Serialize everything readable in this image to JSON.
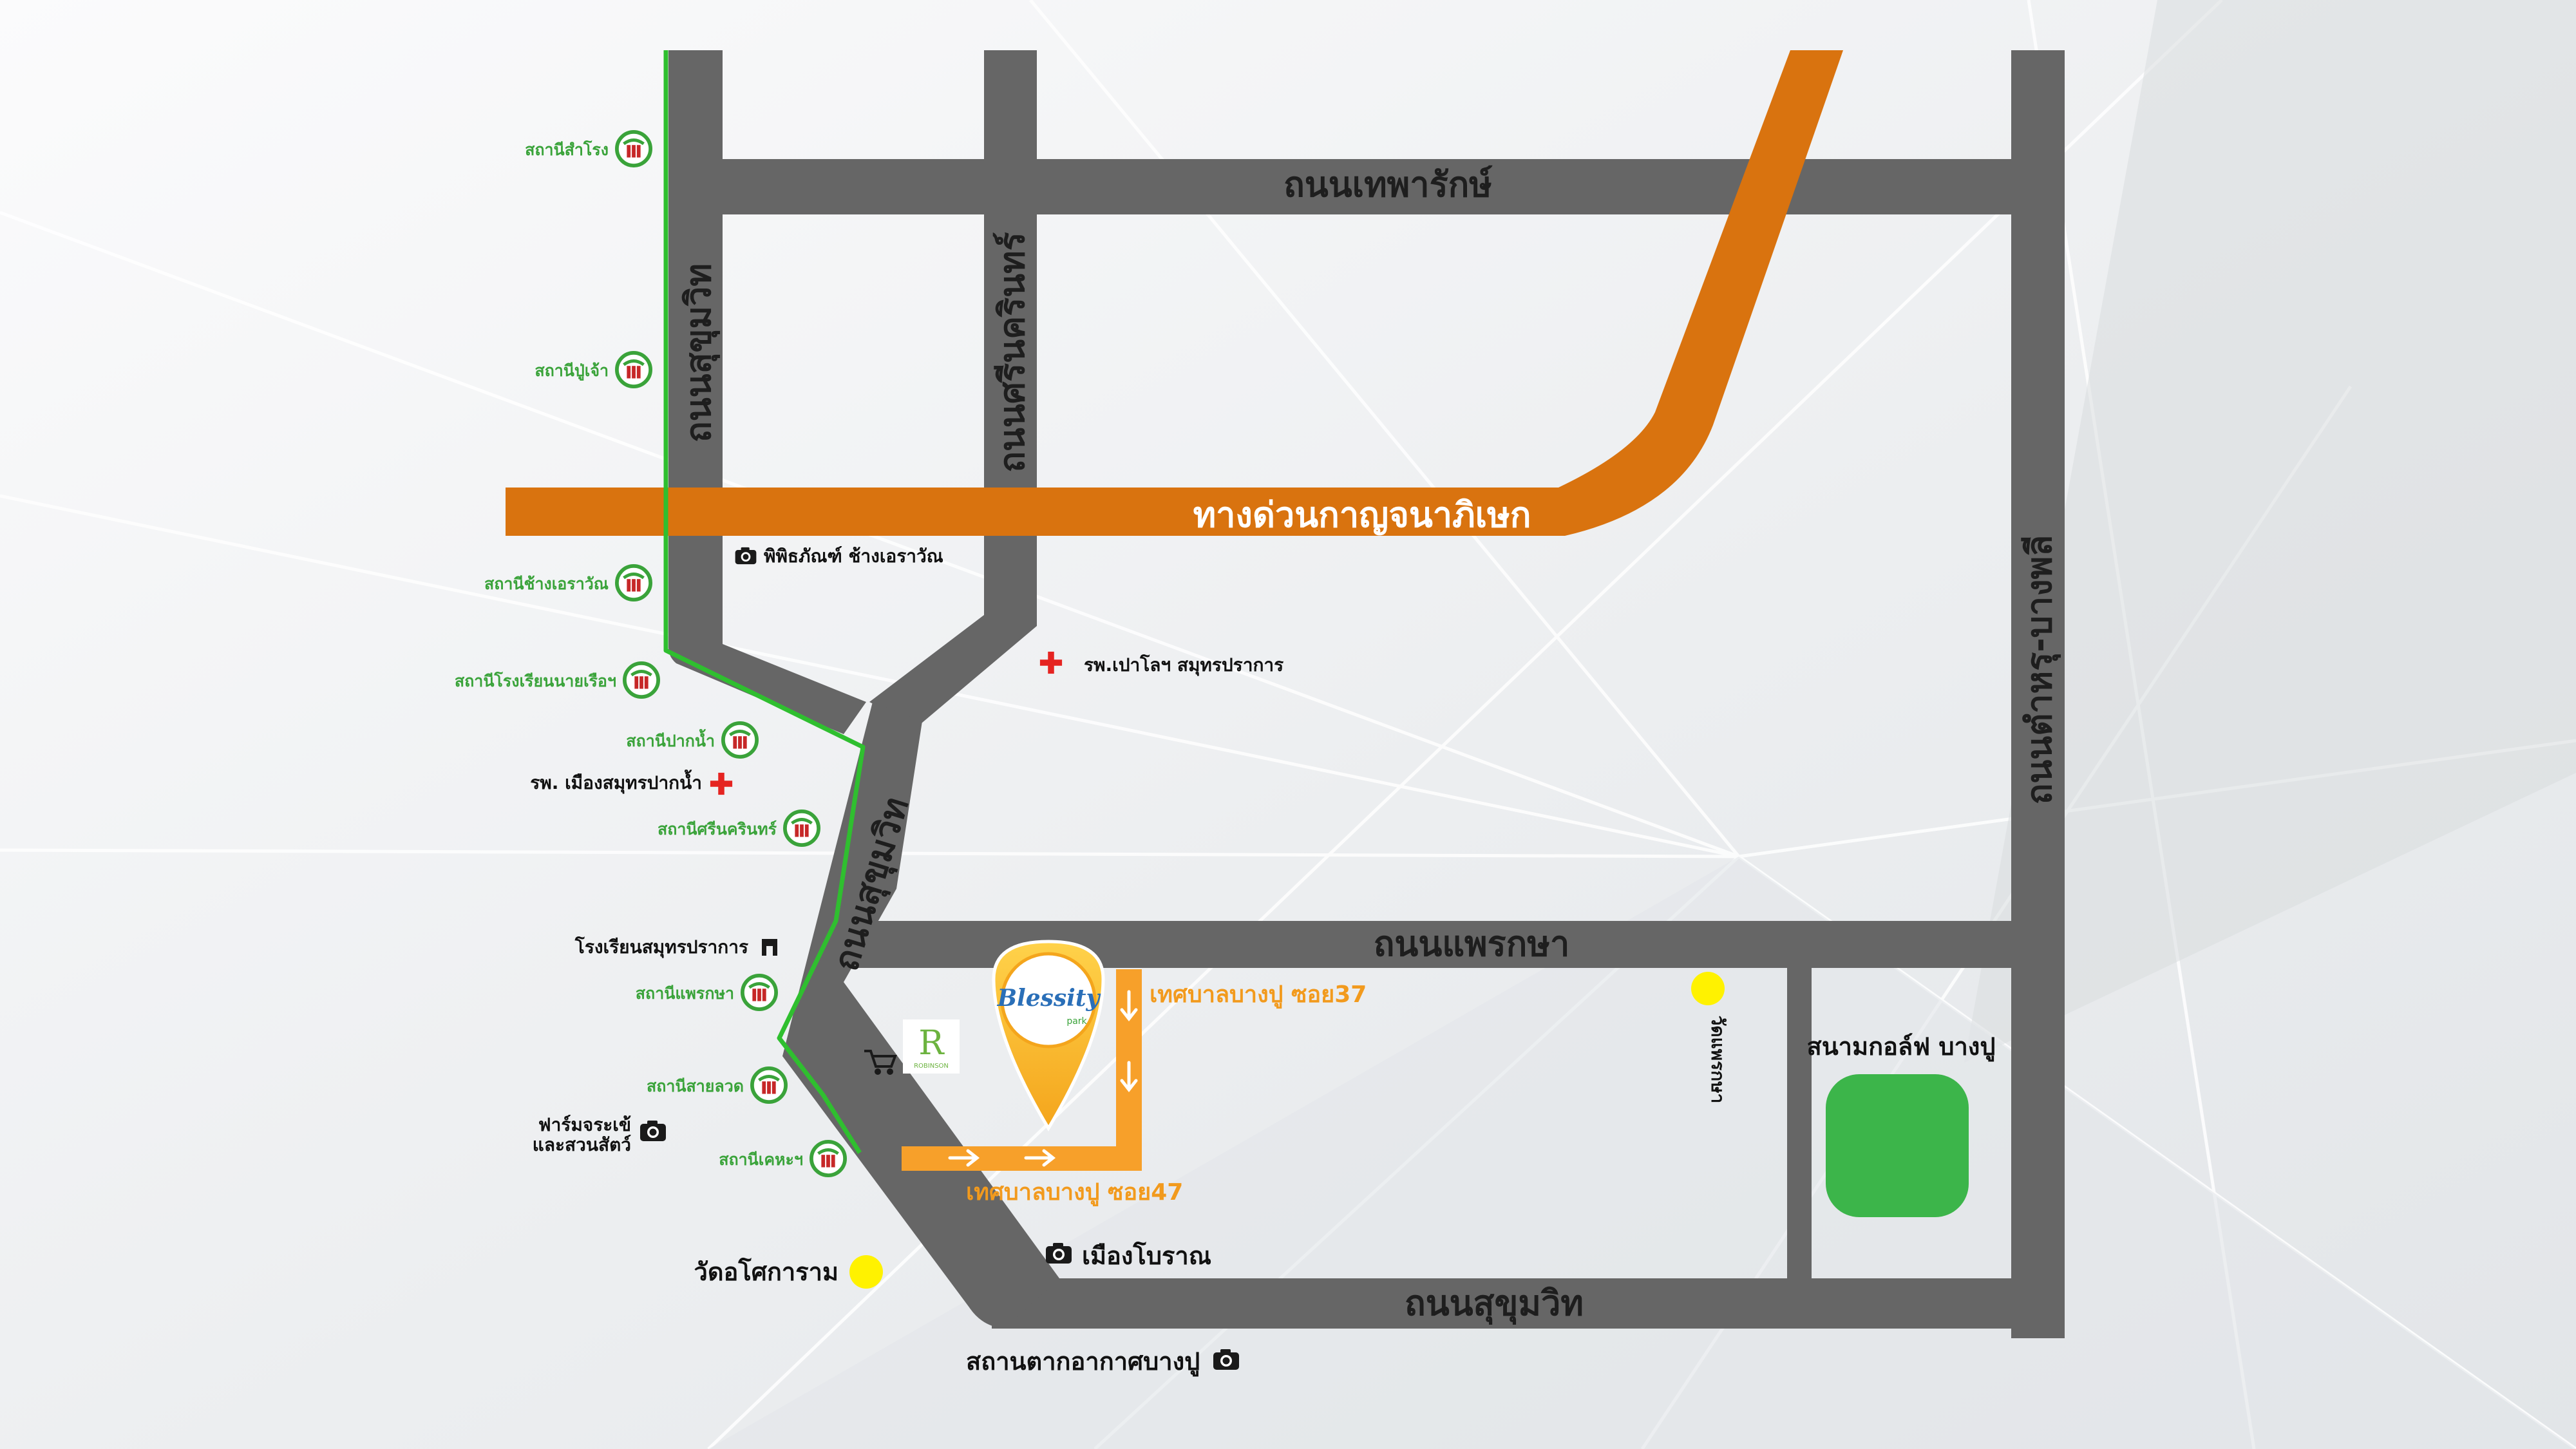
{
  "roads": {
    "sukhumvit_north": "ถนนสุขุมวิท",
    "srinakarin": "ถนนศรีนครินทร์",
    "theparak": "ถนนเทพารักษ์",
    "kanchanaphisek": "ทางด่วนกาญจนาภิเษก",
    "tamru_bangphli": "ถนนตำหรุ-บางพลี",
    "sukhumvit_mid": "ถนนสุขุมวิท",
    "phraeksa": "ถนนแพรกษา",
    "sukhumvit_south": "ถนนสุขุมวิท",
    "soi37": "เทศบาลบางปู ซอย37",
    "soi47": "เทศบาลบางปู ซอย47"
  },
  "stations": [
    "สถานีสำโรง",
    "สถานีปู่เจ้า",
    "สถานีช้างเอราวัณ",
    "สถานีโรงเรียนนายเรือฯ",
    "สถานีปากน้ำ",
    "สถานีศรีนครินทร์",
    "สถานีแพรกษา",
    "สถานีสายลวด",
    "สถานีเคหะฯ"
  ],
  "places": {
    "erawan_museum": "พิพิธภัณฑ์ ช้างเอราวัณ",
    "paolo_hospital": "รพ.เปาโลฯ สมุทรปราการ",
    "muang_hospital": "รพ. เมืองสมุทรปากน้ำ",
    "school": "โรงเรียนสมุทรปราการ",
    "crocodile_farm_1": "ฟาร์มจระเข้",
    "crocodile_farm_2": "และสวนสัตว์",
    "wat_asokaram": "วัดอโศการาม",
    "ancient_city": "เมืองโบราณ",
    "bangpu_resort": "สถานตากอากาศบางปู",
    "wat_phraeksa": "วัดแพรกษา",
    "golf_course": "สนามกอล์ฟ บางปู"
  },
  "project": {
    "logo_text": "Blessity",
    "logo_sub": "park"
  },
  "robinson": {
    "letter": "R",
    "name": "ROBINSON"
  },
  "colors": {
    "road": "#666666",
    "expressway": "#d9730f",
    "bts_line": "#2fbf2f",
    "soi_route": "#f7a02a",
    "golf": "#3cb54a",
    "temple_dot": "#fff200",
    "hospital": "#e52421"
  },
  "icons": {
    "station": "bts-station-icon",
    "camera": "camera-icon",
    "hospital": "red-cross-icon",
    "school": "school-icon",
    "shopping": "shopping-cart-icon",
    "temple": "yellow-dot-icon",
    "pin": "location-pin-icon"
  }
}
